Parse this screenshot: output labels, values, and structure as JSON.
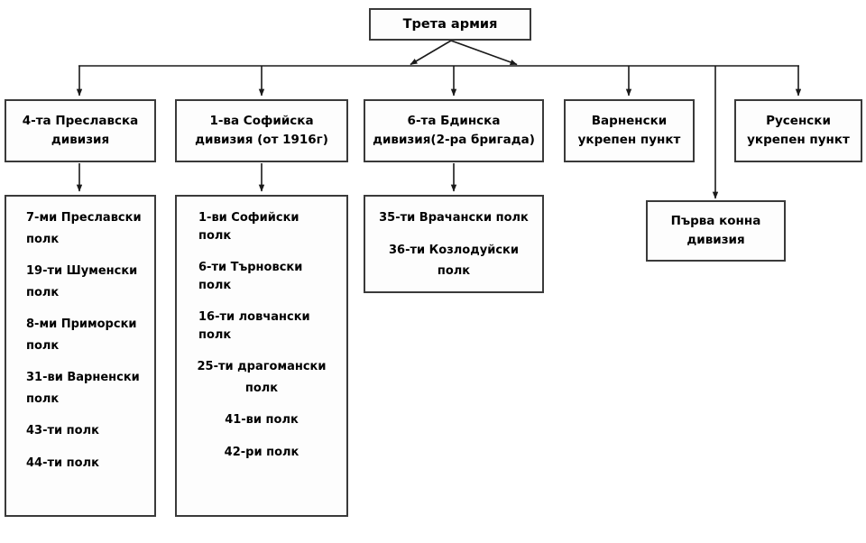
{
  "diagram": {
    "title": "Трета армия",
    "type": "organizational-hierarchy",
    "language": "bg"
  },
  "root": {
    "label": "Трета армия"
  },
  "units": [
    {
      "name": "4-та Преславска дивизия",
      "line1": "4-та Преславска",
      "line2": "дивизия",
      "regiments": [
        "7-ми Преславски",
        "полк",
        "19-ти Шуменски",
        "полк",
        "8-ми Приморски",
        "полк",
        "31-ви Варненски",
        "полк",
        "43-ти полк",
        "44-ти полк"
      ]
    },
    {
      "name": "1-ва Софийска дивизия (от 1916г)",
      "line1": "1-ва Софийска",
      "line2": "дивизия (от 1916г)",
      "regiments": [
        "1-ви Софийски полк",
        "6-ти Търновски полк",
        "16-ти ловчански полк",
        "25-ти драгомански",
        "полк",
        "41-ви полк",
        "42-ри полк"
      ]
    },
    {
      "name": "6-та Бдинска дивизия(2-ра бригада)",
      "line1": "6-та Бдинска",
      "line2": "дивизия(2-ра бригада)",
      "regiments": [
        "35-ти Врачански полк",
        "36-ти Козлодуйски",
        "полк"
      ]
    },
    {
      "name": "Варненски укрепен пункт",
      "line1": "Варненски",
      "line2": "укрепен пункт",
      "regiments": []
    },
    {
      "name": "Русенски укрепен пункт",
      "line1": "Русенски",
      "line2": "укрепен пункт",
      "regiments": []
    }
  ],
  "cavalry": {
    "line1": "Първа конна",
    "line2": "дивизия"
  },
  "regiment_lists": {
    "preslavska": {
      "items": [
        {
          "text": "7-ми Преславски",
          "align": "left"
        },
        {
          "text": "полк",
          "align": "left"
        },
        {
          "text": "19-ти Шуменски",
          "align": "left"
        },
        {
          "text": "полк",
          "align": "left"
        },
        {
          "text": "8-ми Приморски",
          "align": "left"
        },
        {
          "text": "полк",
          "align": "left"
        },
        {
          "text": "31-ви Варненски",
          "align": "left"
        },
        {
          "text": "полк",
          "align": "left"
        },
        {
          "text": "43-ти полк",
          "align": "left"
        },
        {
          "text": "44-ти полк",
          "align": "left"
        }
      ]
    },
    "sofiyska": {
      "items": [
        {
          "text": "1-ви Софийски полк",
          "align": "left"
        },
        {
          "text": "6-ти Търновски полк",
          "align": "left"
        },
        {
          "text": "16-ти ловчански полк",
          "align": "left"
        },
        {
          "text": "25-ти драгомански",
          "align": "center"
        },
        {
          "text": "полк",
          "align": "center"
        },
        {
          "text": "41-ви полк",
          "align": "center"
        },
        {
          "text": "42-ри полк",
          "align": "center"
        }
      ]
    },
    "bdinska": {
      "items": [
        {
          "text": "35-ти Врачански полк",
          "align": "center"
        },
        {
          "text": "36-ти Козлодуйски",
          "align": "center"
        },
        {
          "text": "полк",
          "align": "center"
        }
      ]
    }
  },
  "colors": {
    "border": "#3a3a3a",
    "fill": "#fdfdfd",
    "text": "#000000",
    "connector": "#1a1a1a",
    "background": "#ffffff"
  }
}
